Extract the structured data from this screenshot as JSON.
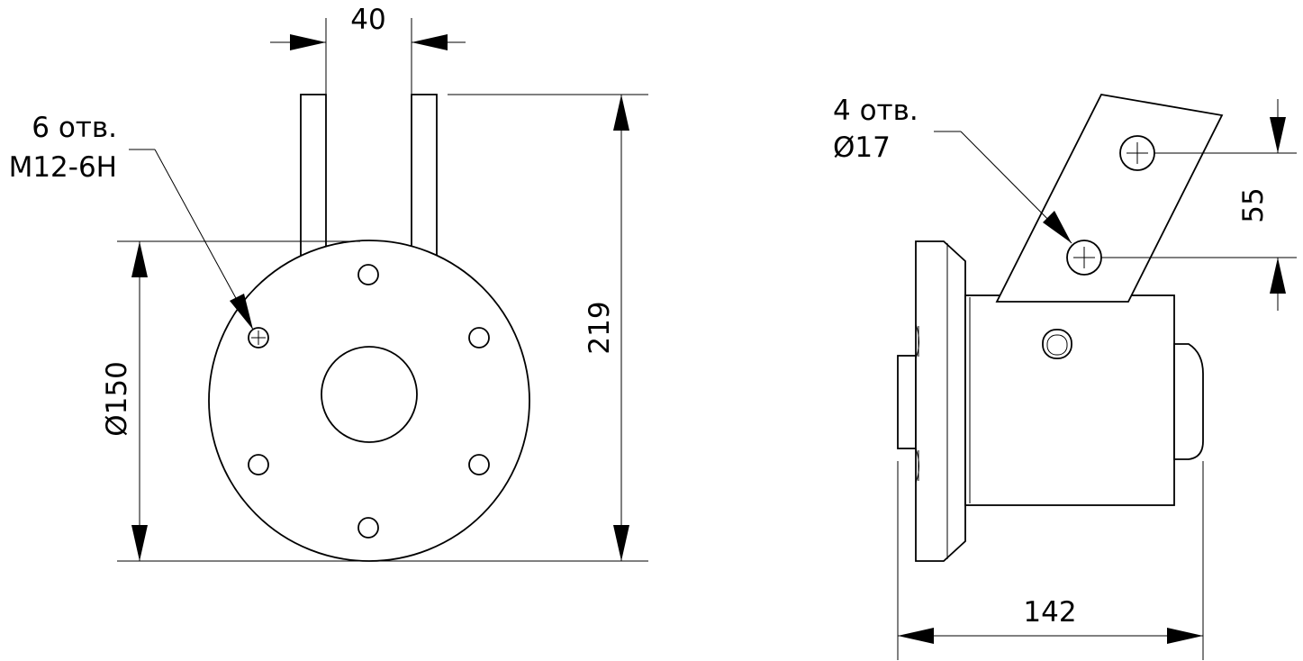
{
  "front_view": {
    "tube_spacing": "40",
    "total_height": "219",
    "flange_diameter": "Ø150",
    "hole_note_line1": "6 отв.",
    "hole_note_line2": "M12-6H"
  },
  "side_view": {
    "hole_note_line1": "4 отв.",
    "hole_note_line2": "Ø17",
    "hole_spacing": "55",
    "total_length": "142"
  }
}
